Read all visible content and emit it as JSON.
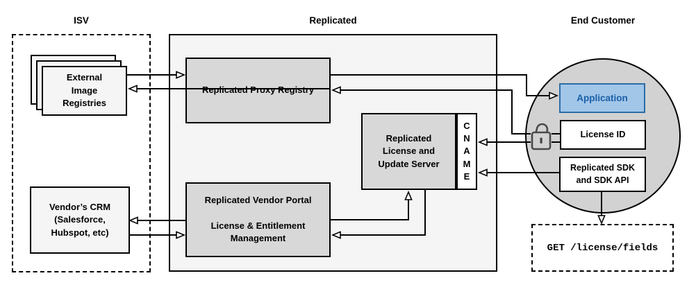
{
  "sections": {
    "isv": {
      "title": "ISV"
    },
    "replicated": {
      "title": "Replicated"
    },
    "end_customer": {
      "title": "End Customer"
    }
  },
  "nodes": {
    "external_registries": {
      "label": "External\nImage\nRegistries"
    },
    "vendors_crm": {
      "label": "Vendor’s CRM\n(Salesforce,\nHubspot, etc)"
    },
    "proxy_registry": {
      "label": "Replicated Proxy Registry"
    },
    "license_update_server": {
      "label": "Replicated\nLicense and\nUpdate Server"
    },
    "cname": {
      "label": "C\nN\nA\nM\nE"
    },
    "vendor_portal": {
      "label": "Replicated Vendor Portal\n\nLicense & Entitlement\nManagement"
    },
    "application": {
      "label": "Application"
    },
    "license_id": {
      "label": "License ID"
    },
    "replicated_sdk": {
      "label": "Replicated SDK\nand SDK API"
    },
    "get_endpoint": {
      "label": "GET /license/fields"
    }
  },
  "icons": {
    "unlock": "open-padlock"
  },
  "colors": {
    "box_gray": "#d8d8d8",
    "container_gray": "#f5f5f5",
    "circle_gray": "#d2d2d2",
    "app_fill": "#a2c6e8",
    "app_border": "#2c6ca6",
    "app_text": "#1a5fa8",
    "line": "#000000",
    "lock": "#4a4a4a"
  }
}
